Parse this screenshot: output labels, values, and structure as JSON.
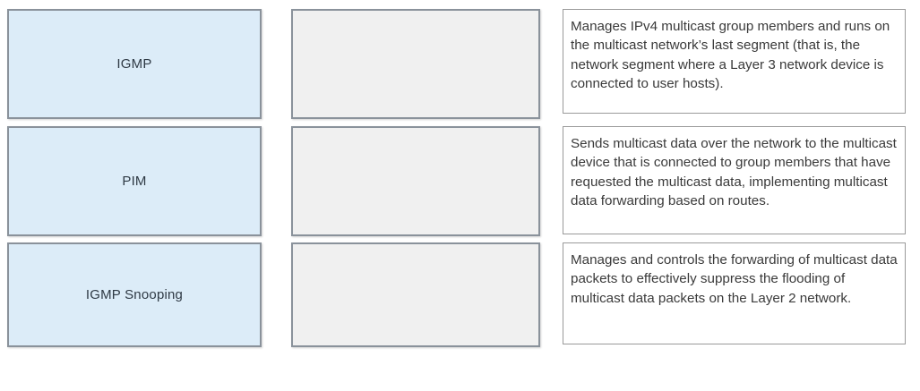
{
  "exercise": {
    "type": "drag-and-drop-matching",
    "columns": {
      "source_label": "protocol-tiles",
      "target_label": "answer-dropzones",
      "description_label": "descriptions"
    }
  },
  "colors": {
    "tile_fill": "#dcecf8",
    "tile_border": "#8a929b",
    "dropzone_fill": "#f0f0f0",
    "dropzone_border": "#8a929b",
    "description_fill": "#ffffff",
    "description_border": "#9a9a9a",
    "page_background": "#ffffff",
    "tile_text": "#2f3a45",
    "description_text": "#3a3a3a"
  },
  "tiles": [
    {
      "id": "igmp",
      "label": "IGMP"
    },
    {
      "id": "pim",
      "label": "PIM"
    },
    {
      "id": "igmp-snooping",
      "label": "IGMP Snooping"
    }
  ],
  "dropzones": [
    {
      "id": "dropzone-1",
      "value": ""
    },
    {
      "id": "dropzone-2",
      "value": ""
    },
    {
      "id": "dropzone-3",
      "value": ""
    }
  ],
  "descriptions": [
    {
      "id": "description-1",
      "text": "Manages IPv4 multicast group members and runs on the multicast network’s last segment (that is, the network segment where a Layer 3 network device is connected to user hosts)."
    },
    {
      "id": "description-2",
      "text": "Sends multicast data over the network to the multicast device that is connected to group members that have requested the multicast data, implementing multicast data forwarding based on routes."
    },
    {
      "id": "description-3",
      "text": "Manages and controls the forwarding of multicast data packets to effectively suppress the flooding of multicast data packets on the Layer 2 network."
    }
  ]
}
